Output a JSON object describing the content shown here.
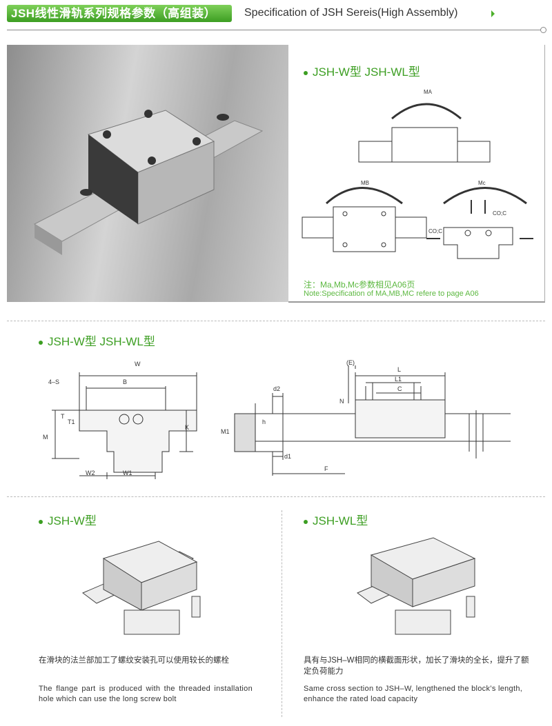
{
  "header": {
    "title_cn": "JSH线性滑轨系列规格参数（高组装）",
    "title_en": "Specification of JSH Sereis(High Assembly)"
  },
  "moment_panel": {
    "title": "JSH-W型 JSH-WL型",
    "labels": {
      "ma": "MA",
      "mb": "MB",
      "mc": "Mc",
      "co1": "CO;C",
      "co2": "CO;C"
    },
    "note_cn": "注：Ma,Mb,Mc参数相见A06页",
    "note_en": "Note:Specification of MA,MB,MC refere to page A06"
  },
  "dimensions": {
    "title": "JSH-W型  JSH-WL型",
    "labels": {
      "w": "W",
      "b": "B",
      "s": "4–S",
      "t": "T",
      "t1": "T1",
      "m": "M",
      "k": "K",
      "w2": "W2",
      "w1": "W1",
      "d2": "d2",
      "h": "h",
      "m1": "M1",
      "d1": "d1",
      "f": "F",
      "e": "(E)",
      "l": "L",
      "l1": "L1",
      "c": "C",
      "n": "N"
    }
  },
  "types": [
    {
      "title": "JSH-W型",
      "desc_cn": "在滑块的法兰部加工了螺纹安装孔可以使用较长的螺栓",
      "desc_en": "The flange part is produced with the threaded installation hole which can use the long screw bolt"
    },
    {
      "title": "JSH-WL型",
      "desc_cn": "具有与JSH–W相同的横截面形状，加长了滑块的全长，提升了额定负荷能力",
      "desc_en": "Same cross section to JSH–W, lengthened the block’s length, enhance the rated load capacity"
    }
  ]
}
